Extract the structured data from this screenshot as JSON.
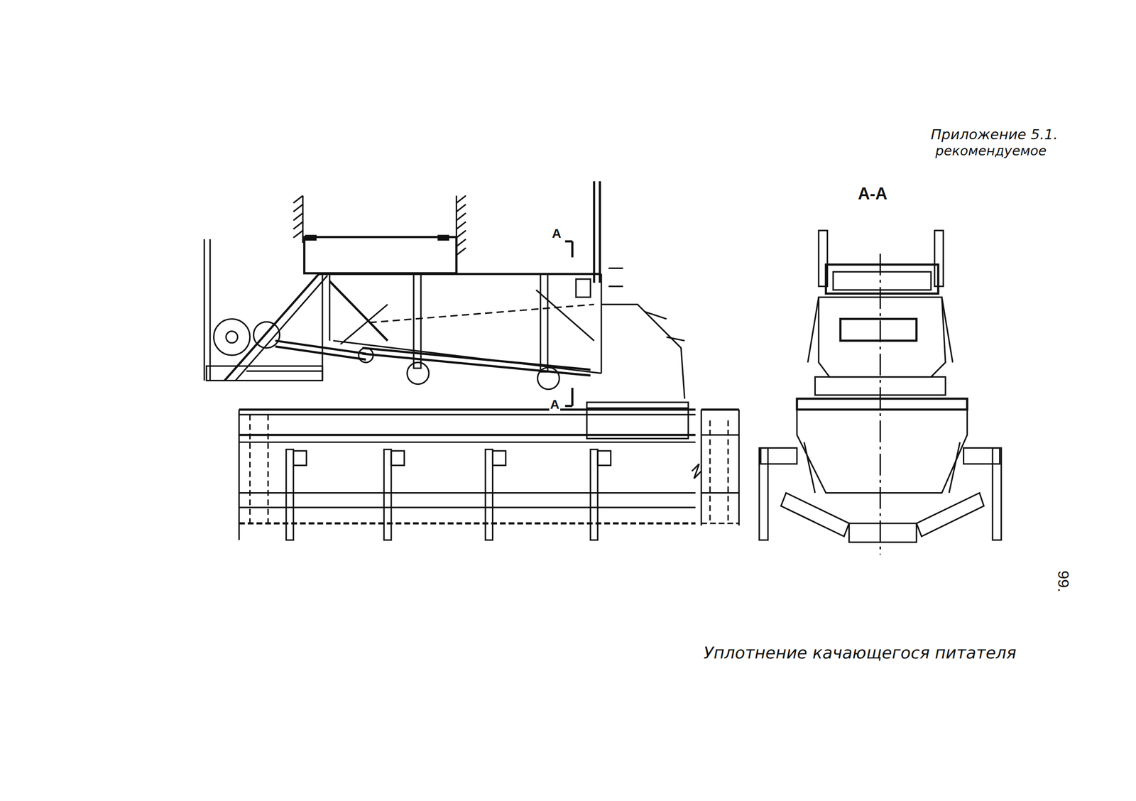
{
  "diagram": {
    "caption": "Уплотнение качающегося питателя",
    "labels": [
      "Приложение 5.1.",
      "рекомендуемое",
      "А-А",
      "А",
      "А",
      "99."
    ]
  }
}
